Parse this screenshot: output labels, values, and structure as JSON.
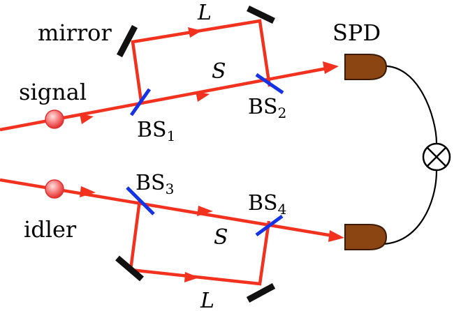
{
  "labels": {
    "mirror": "mirror",
    "signal": "signal",
    "idler": "idler",
    "spd": "SPD",
    "long_top": "L",
    "short_top": "S",
    "short_bottom": "S",
    "long_bottom": "L",
    "bs1_main": "BS",
    "bs1_sub": "1",
    "bs2_main": "BS",
    "bs2_sub": "2",
    "bs3_main": "BS",
    "bs3_sub": "3",
    "bs4_main": "BS",
    "bs4_sub": "4"
  },
  "colors": {
    "beam": "#f2311f",
    "beam_splitter": "#1432e6",
    "mirror": "#111111",
    "detector": "#8b4513",
    "photon": "#f25050"
  },
  "icons": {
    "detector_top": "single-photon-detector-icon",
    "detector_bottom": "single-photon-detector-icon",
    "correlator": "coincidence-multiplier-icon"
  }
}
